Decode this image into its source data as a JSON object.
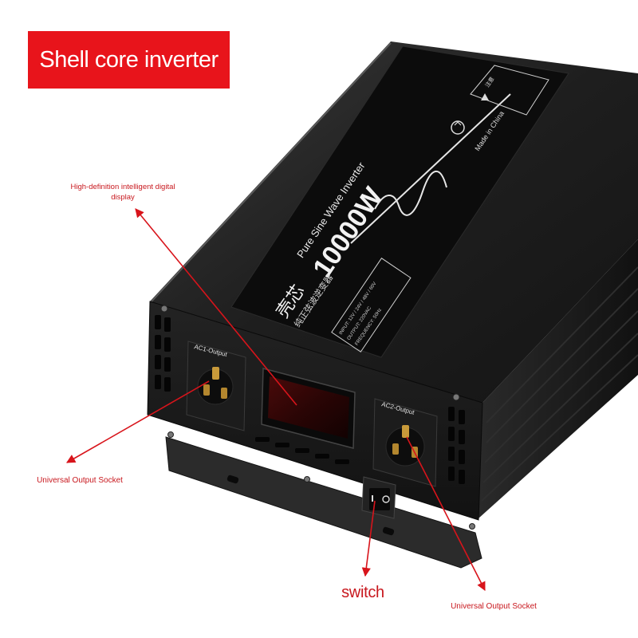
{
  "banner": {
    "title": "Shell core inverter"
  },
  "callouts": {
    "display": "High-definition intelligent digital display",
    "socket_left": "Universal Output Socket",
    "switch": "switch",
    "socket_right": "Universal Output Socket"
  },
  "product": {
    "brand_cn": "壳芯",
    "subtitle_cn": "纯正弦波逆变器",
    "model_line": "Pure Sine Wave Inverter",
    "power": "10000W",
    "made_in": "Made in China",
    "warning_cn": "注意",
    "spec_input": "INPUT: 12V / 24V / 48V / 60V",
    "spec_output": "OUTPUT: 220VAC",
    "spec_frequency": "FREQUENCY: 50Hz",
    "ac1_label": "AC1-Output",
    "ac2_label": "AC2-Output"
  },
  "colors": {
    "banner": "#e8141b",
    "callout_text": "#c8181e",
    "arrow": "#d8141b",
    "body": "#1a1a1a",
    "label_panel": "#0c0c0c"
  }
}
